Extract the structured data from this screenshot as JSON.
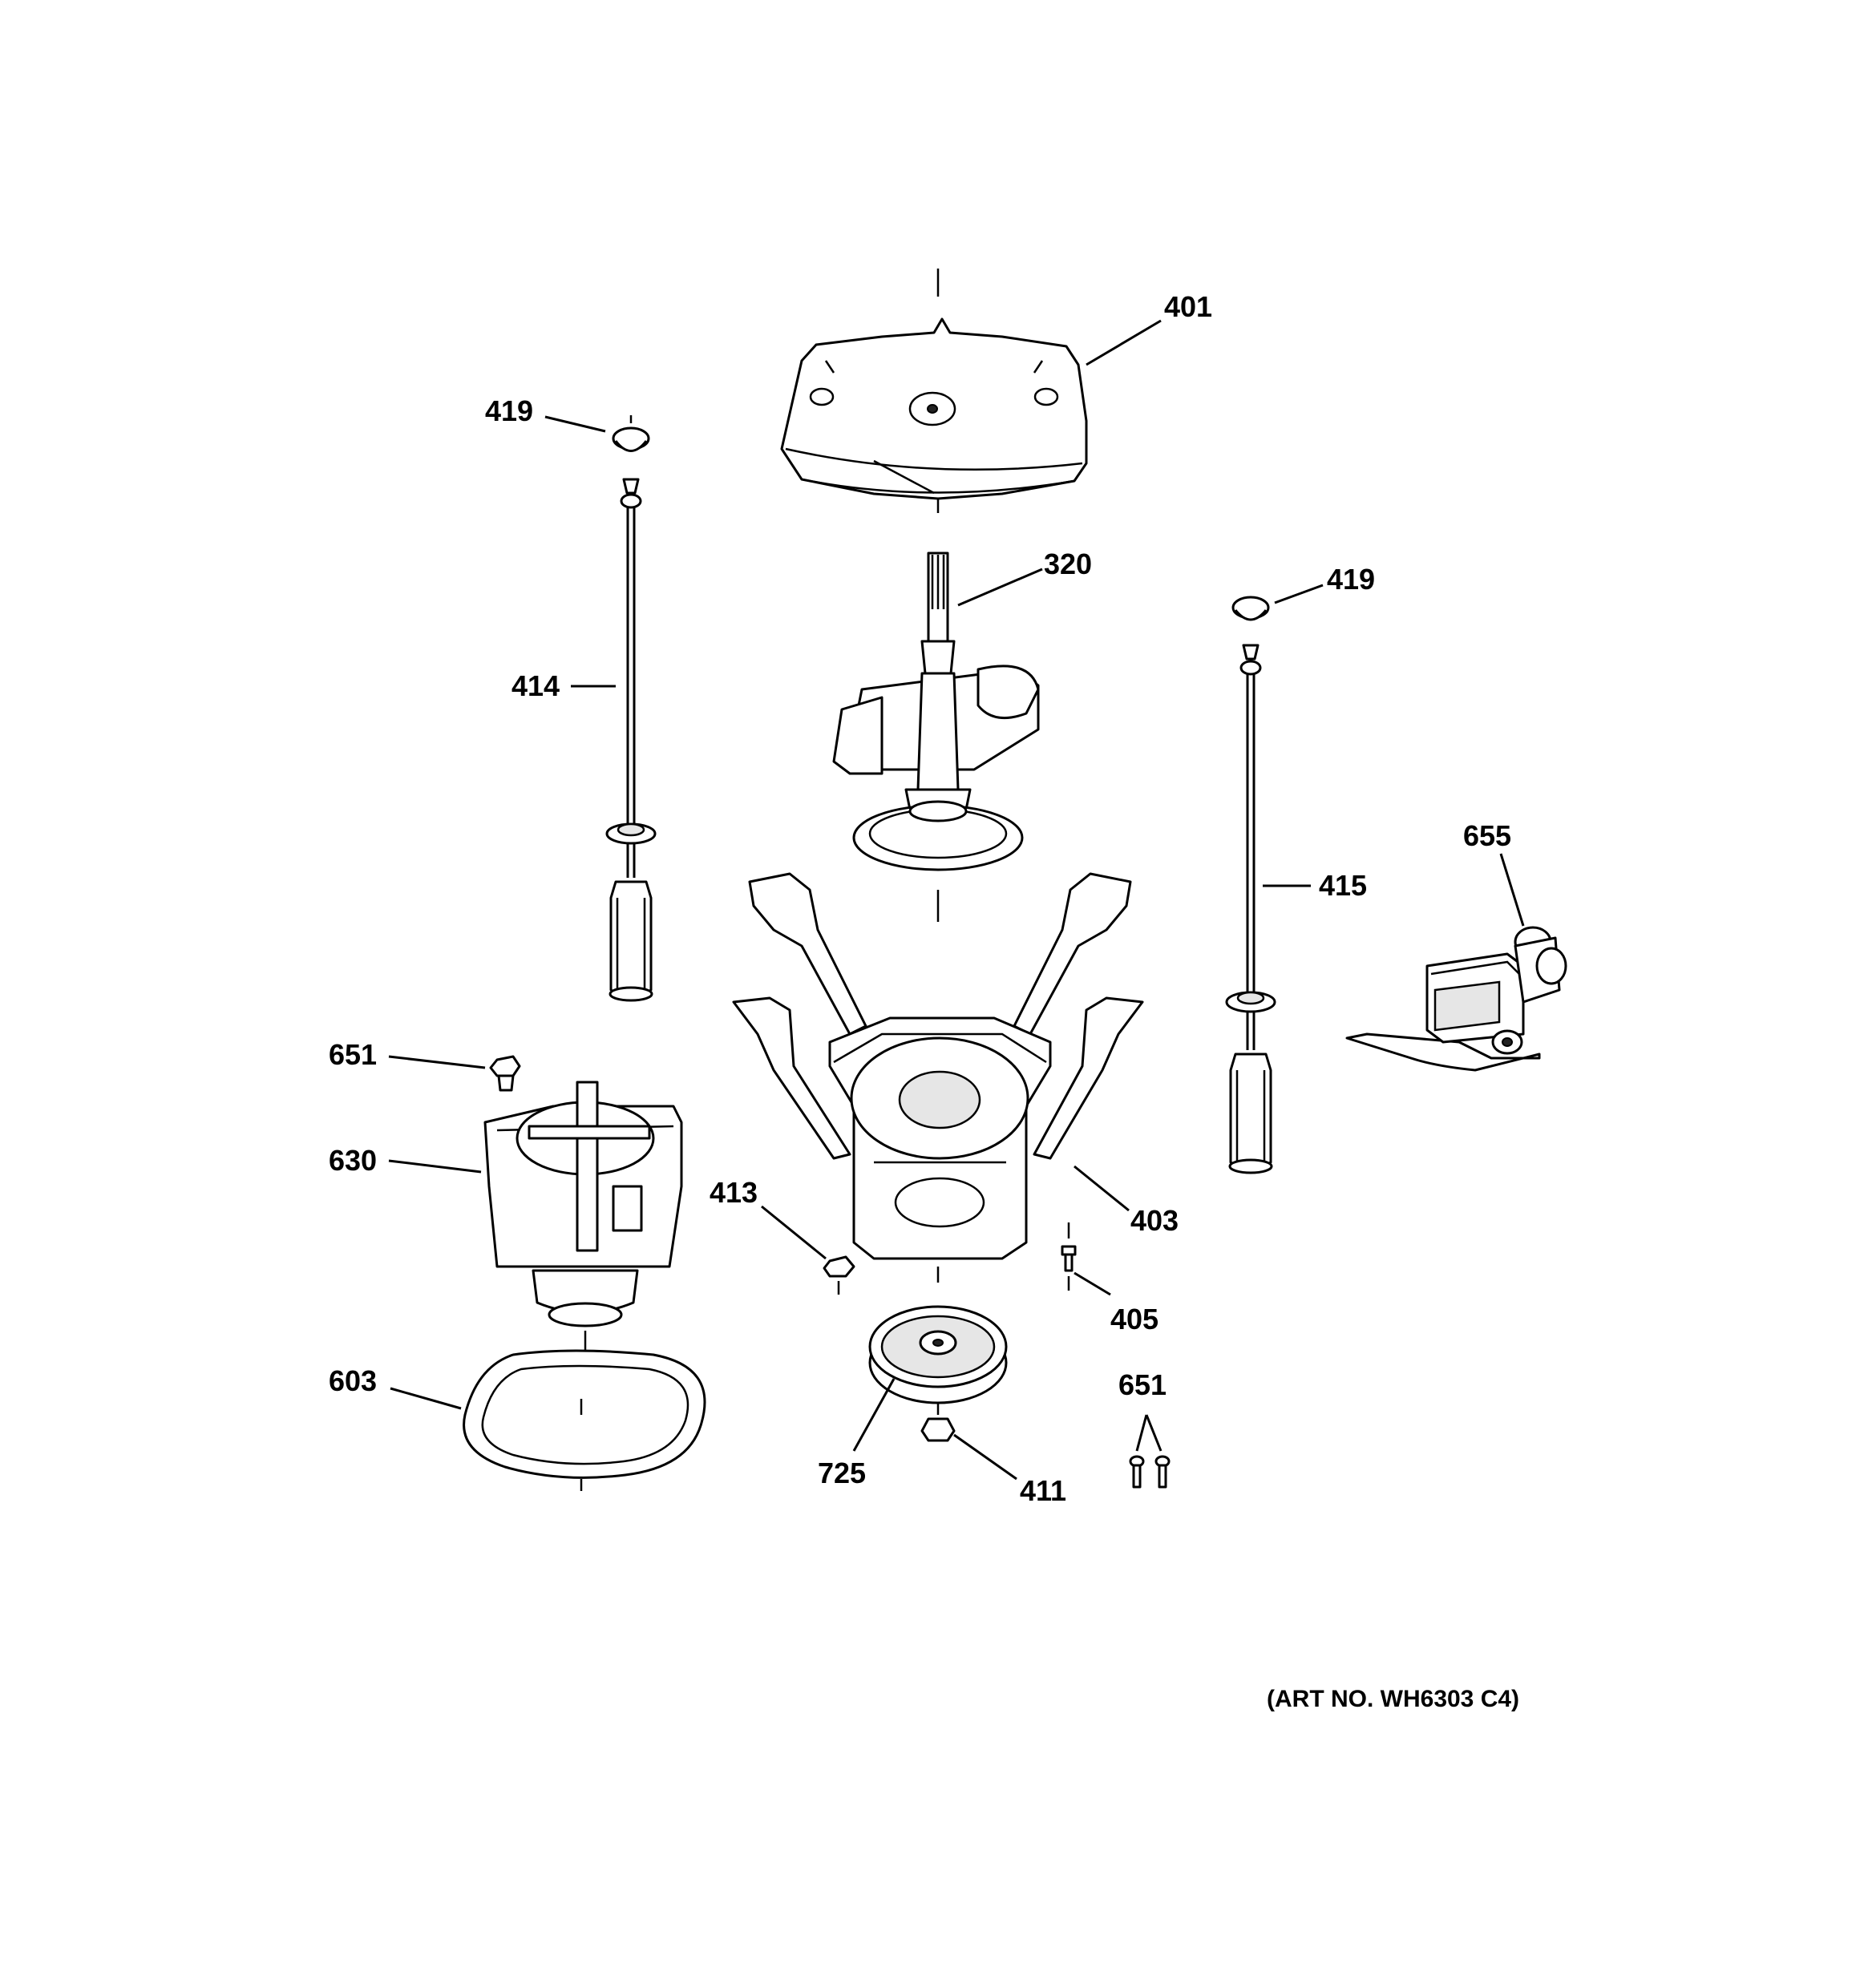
{
  "diagram": {
    "callouts": [
      {
        "id": "c-401",
        "text": "401",
        "part": "tub-cover"
      },
      {
        "id": "c-419-left",
        "text": "419",
        "part": "suspension-cap"
      },
      {
        "id": "c-320",
        "text": "320",
        "part": "transmission"
      },
      {
        "id": "c-419-right",
        "text": "419",
        "part": "suspension-cap"
      },
      {
        "id": "c-414",
        "text": "414",
        "part": "suspension-rod"
      },
      {
        "id": "c-415",
        "text": "415",
        "part": "suspension-rod"
      },
      {
        "id": "c-655",
        "text": "655",
        "part": "pump"
      },
      {
        "id": "c-651-left",
        "text": "651",
        "part": "bolt"
      },
      {
        "id": "c-630",
        "text": "630",
        "part": "motor"
      },
      {
        "id": "c-413",
        "text": "413",
        "part": "nut"
      },
      {
        "id": "c-403",
        "text": "403",
        "part": "mounting-bracket"
      },
      {
        "id": "c-405",
        "text": "405",
        "part": "screw"
      },
      {
        "id": "c-603",
        "text": "603",
        "part": "belt"
      },
      {
        "id": "c-651-right",
        "text": "651",
        "part": "bolts"
      },
      {
        "id": "c-725",
        "text": "725",
        "part": "pulley"
      },
      {
        "id": "c-411",
        "text": "411",
        "part": "nut"
      }
    ],
    "art_number": "(ART NO. WH6303 C4)"
  }
}
